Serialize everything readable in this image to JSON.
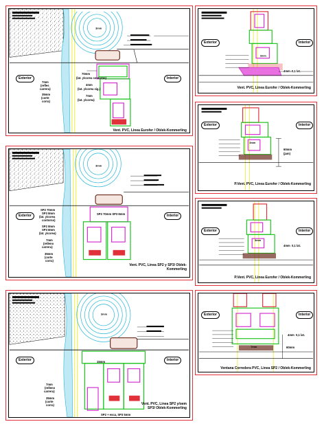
{
  "colors": {
    "frame_border": "#e0303a",
    "pvc_profile": "#19c41b",
    "reinforcement": "#d42bd1",
    "glass_sill": "#6a2a1e",
    "glass": "#2f6bd8",
    "water": "#1fb4d8",
    "guide": "#e8e800",
    "seal": "#e0303a"
  },
  "labels": {
    "exterior": "Exterior",
    "interior": "Interior"
  },
  "panels": [
    {
      "caption": "Vent. PVC, Linea Eurofer / Oblek-Kommerling",
      "dims": [
        "70mm",
        "(lat. y/corea contorno)",
        "4mm",
        "(lat. y/corea sig.)",
        "7mm",
        "(lat. y/corea)"
      ],
      "side_dims": [
        "7mm",
        "(refles",
        "carrera)",
        "35mm",
        "(corte",
        "corra)"
      ],
      "glass_dim": "3mm"
    },
    {
      "caption": "Vent. PVC, Linea Eurofer / Oblek-Kommerling",
      "dims": [
        "4mm",
        "0,1 lat."
      ],
      "glass_dim": "3mm"
    },
    {
      "caption": "P.Vent. PVC, Linea Eurofer / Oblek-Kommerling",
      "dims": [
        "60mm",
        "(jam)"
      ],
      "glass_dim": "3mm"
    },
    {
      "caption": "Vent. PVC, Linea SP2 y SP3/ Oblek-Kommerling",
      "dims": [
        "SP2 70mm",
        "SP3 8mm",
        "(lat. y/corea",
        "contorno)",
        "SP2 8mm",
        "SP3 8mm",
        "(lat. y/corea)",
        "7mm",
        "(relleno",
        "carrera)",
        "35mm",
        "(corte",
        "corra)"
      ],
      "glass_dim": "SP2 70mm SP3 8mm"
    },
    {
      "caption": "P.Vent. PVC, Linea Eurofer / Oblek-Kommerling",
      "dims": [
        "4mm",
        "0,1 lat."
      ],
      "glass_dim": "3mm"
    },
    {
      "caption": "Vent. PVC, Linea SP2 y/oem SP3/ Oblek-Kommerling",
      "dims": [
        "7mm",
        "(relleno",
        "carrera)",
        "35mm",
        "(corte",
        "corra)",
        "SP2 + esca, SP3 5mm"
      ],
      "glass_dim": "15mm"
    },
    {
      "caption": "Ventana Corredera PVC, Linea SP2 / Oblek-Kommerling",
      "dims": [
        "4mm",
        "0,1 lat.",
        "60mm"
      ],
      "glass_dim": "7mm"
    }
  ]
}
